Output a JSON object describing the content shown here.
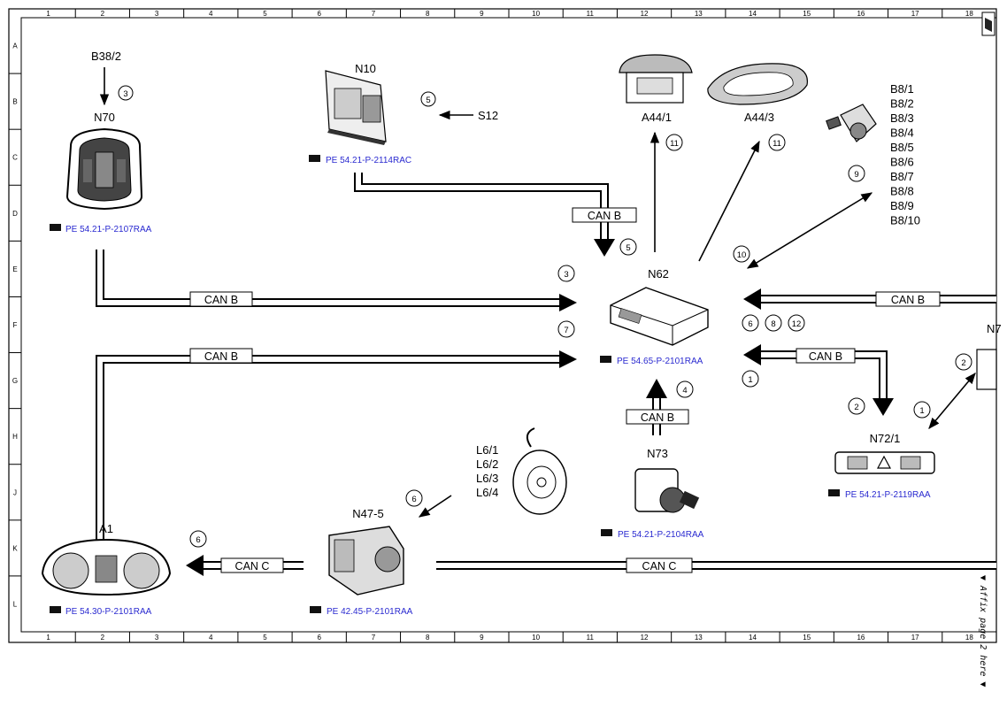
{
  "grid": {
    "columns": [
      "1",
      "2",
      "3",
      "4",
      "5",
      "6",
      "7",
      "8",
      "9",
      "10",
      "11",
      "12",
      "13",
      "14",
      "15",
      "16",
      "17",
      "18"
    ],
    "rows": [
      "A",
      "B",
      "C",
      "D",
      "E",
      "F",
      "G",
      "H",
      "J",
      "K",
      "L"
    ]
  },
  "components": {
    "b38_2": "B38/2",
    "n70": "N70",
    "n10": "N10",
    "s12": "S12",
    "a44_1": "A44/1",
    "a44_3": "A44/3",
    "n62": "N62",
    "n72_1": "N72/1",
    "n73": "N73",
    "n47_5": "N47-5",
    "a1": "A1",
    "n7_partial": "N7",
    "b8": [
      "B8/1",
      "B8/2",
      "B8/3",
      "B8/4",
      "B8/5",
      "B8/6",
      "B8/7",
      "B8/8",
      "B8/9",
      "B8/10"
    ],
    "l6": [
      "L6/1",
      "L6/2",
      "L6/3",
      "L6/4"
    ]
  },
  "references": {
    "n10": "PE 54.21-P-2114RAC",
    "n70": "PE 54.21-P-2107RAA",
    "n62": "PE 54.65-P-2101RAA",
    "n72_1": "PE 54.21-P-2119RAA",
    "n73": "PE 54.21-P-2104RAA",
    "a1": "PE 54.30-P-2101RAA",
    "n47_5": "PE 42.45-P-2101RAA"
  },
  "buses": {
    "can_b": "CAN B",
    "can_c": "CAN C"
  },
  "markers": {
    "m3_top": "3",
    "m5_n10": "5",
    "m11_a44_1": "11",
    "m11_a44_3": "11",
    "m9": "9",
    "m5_canb": "5",
    "m10": "10",
    "m3_n70": "3",
    "m7": "7",
    "m6_right": "6",
    "m8": "8",
    "m12": "12",
    "m1_n62": "1",
    "m4": "4",
    "m2_n72": "2",
    "m1_n72": "1",
    "m2_right": "2",
    "m6_l6": "6",
    "m6_a1": "6"
  },
  "side_note": "▼ Affix page 2 here ▼"
}
